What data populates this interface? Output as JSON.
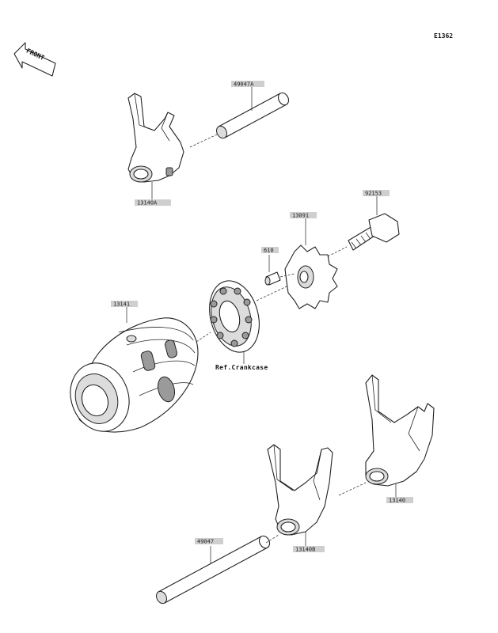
{
  "diagram": {
    "code": "E1362",
    "direction_label": "FRONT",
    "reference_note": "Ref.Crankcase",
    "parts": [
      {
        "id": "fork-a",
        "number": "13140A"
      },
      {
        "id": "shaft-a",
        "number": "49047A"
      },
      {
        "id": "bolt",
        "number": "92153"
      },
      {
        "id": "plate",
        "number": "13091"
      },
      {
        "id": "pin",
        "number": "610"
      },
      {
        "id": "drum",
        "number": "13141"
      },
      {
        "id": "fork",
        "number": "13140"
      },
      {
        "id": "shaft",
        "number": "49047"
      },
      {
        "id": "fork-b",
        "number": "13140B"
      }
    ]
  }
}
